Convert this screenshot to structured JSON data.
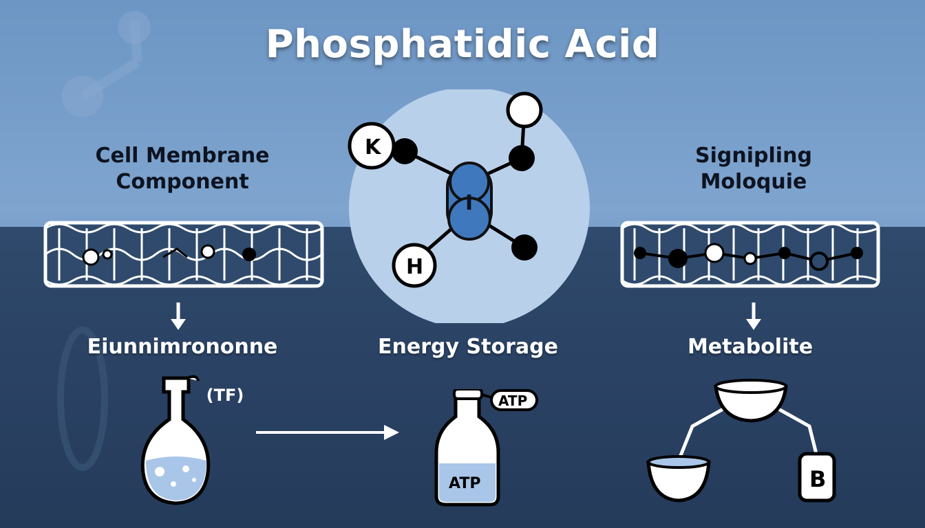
{
  "title": "Phosphatidic Acid",
  "panels": {
    "left": {
      "top_label": "Cell Membrane\nComponent",
      "bottom_label": "Eiunnimrononne",
      "flask_tag": "(TF)"
    },
    "center": {
      "molecule_atom_h": "H",
      "molecule_atom_partial": "K",
      "molecule_center_mark": "I",
      "bottom_label": "Energy Storage",
      "bottle_tag": "ATP",
      "bottle_label": "ATP"
    },
    "right": {
      "top_label": "Signipling\nMoloquie",
      "bottom_label": "Metabolite",
      "box_letter": "B"
    }
  },
  "colors": {
    "bg_top": "#7aa0cb",
    "bg_bottom": "#2a4264",
    "accent_blue": "#3f78bd",
    "liquid": "#a9c6e8"
  }
}
